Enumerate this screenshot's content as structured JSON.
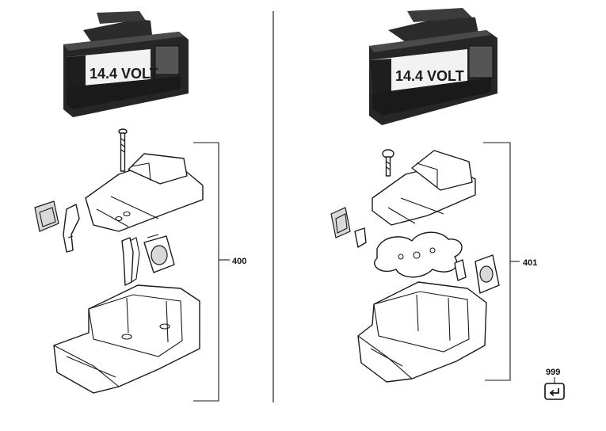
{
  "left_assembly": {
    "pack_label": "14.4 VOLT",
    "ref_number": "400"
  },
  "right_assembly": {
    "pack_label": "14.4 VOLT",
    "ref_number": "401"
  },
  "extra_part": {
    "ref_number": "999",
    "icon": "return-arrow-icon"
  }
}
